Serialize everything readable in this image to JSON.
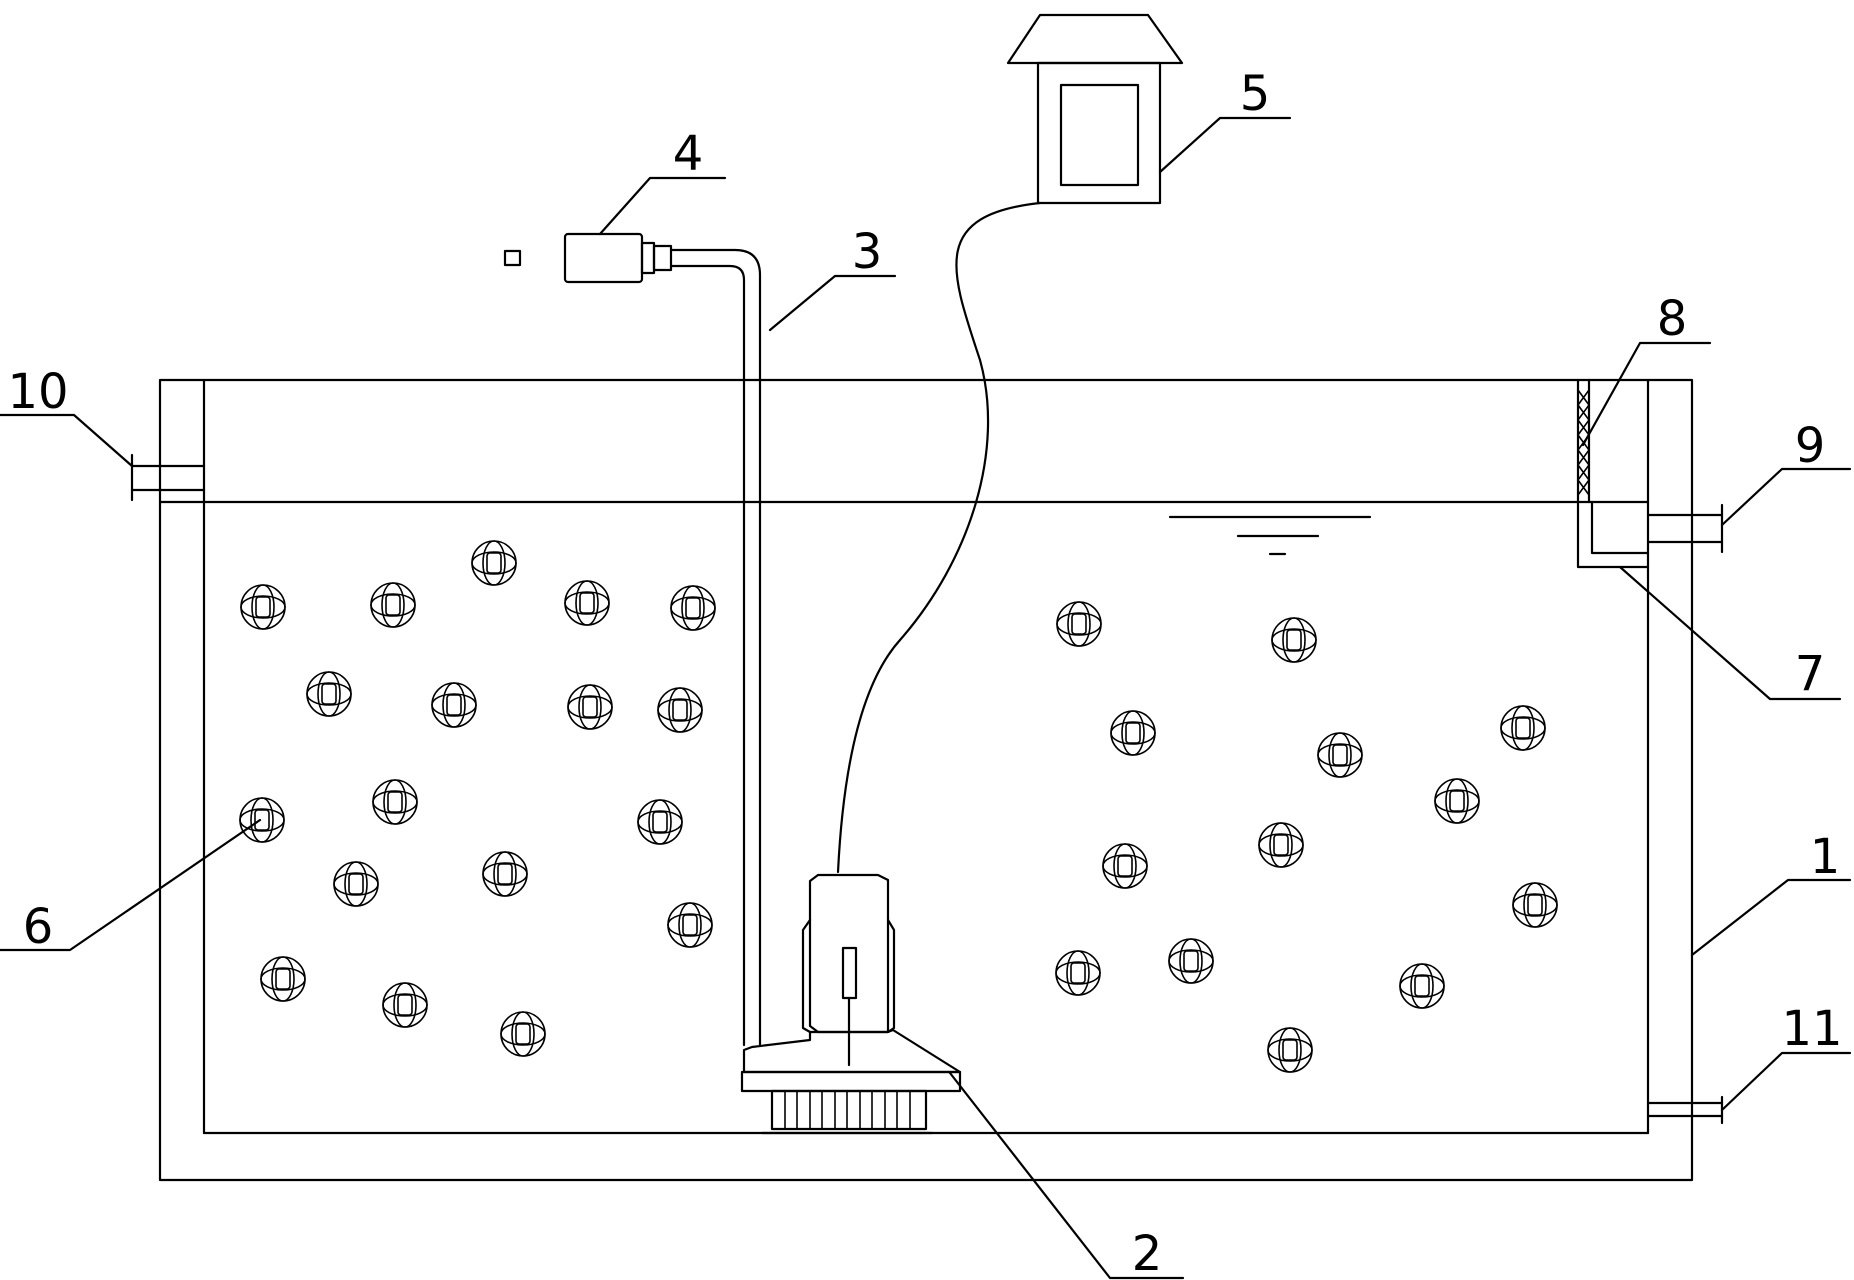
{
  "labels": {
    "tank": "1",
    "pump": "2",
    "pipe": "3",
    "valve": "4",
    "control_box": "5",
    "carrier_ball": "6",
    "weir_plate": "7",
    "screen": "8",
    "outlet": "9",
    "inlet": "10",
    "drain": "11"
  },
  "colors": {
    "line": "#000000",
    "background": "#ffffff"
  }
}
